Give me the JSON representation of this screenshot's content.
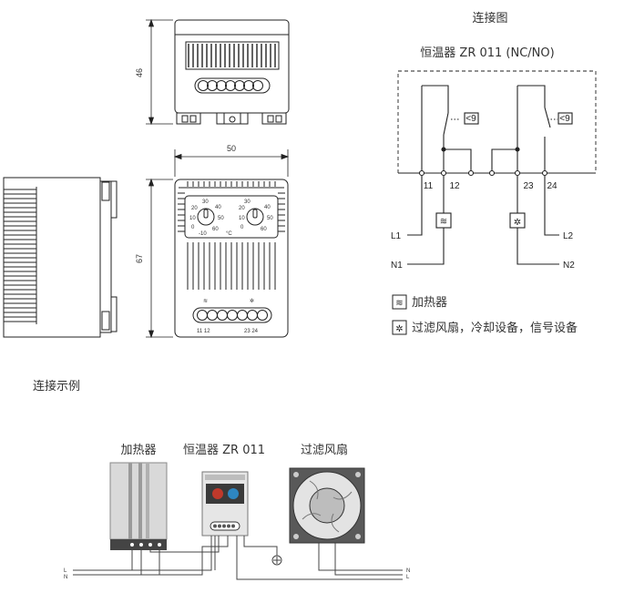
{
  "drawing": {
    "dim_height_top": "46",
    "dim_width": "50",
    "dim_height_front": "67",
    "scale_left": [
      "20",
      "10",
      "0",
      "-10"
    ],
    "scale_left_top": "30",
    "scale_left_r1": "40",
    "scale_left_r2": "50",
    "scale_left_r3": "60",
    "scale_right_l1": "20",
    "scale_right_top": "30",
    "scale_right_r1": "40",
    "scale_right_r2": "50",
    "scale_right_l2": "10",
    "scale_right_l3": "0",
    "scale_right_r3": "60",
    "unit": "°C",
    "terminal_labels_left": "11 12",
    "terminal_labels_right": "23 24"
  },
  "wiring": {
    "title": "连接图",
    "subtitle": "恒温器 ZR 011 (NC/NO)",
    "terminals": [
      "11",
      "12",
      "23",
      "24"
    ],
    "lines": {
      "l1": "L1",
      "n1": "N1",
      "l2": "L2",
      "n2": "N2"
    },
    "switch_symbol": "<9"
  },
  "legend": {
    "heater": "加热器",
    "fan": "过滤风扇，冷却设备，信号设备"
  },
  "example": {
    "title": "连接示例",
    "heater_label": "加热器",
    "thermostat_label": "恒温器 ZR 011",
    "fan_label": "过滤风扇",
    "left_l": "L",
    "left_n": "N",
    "right_n": "N",
    "right_l": "L"
  }
}
